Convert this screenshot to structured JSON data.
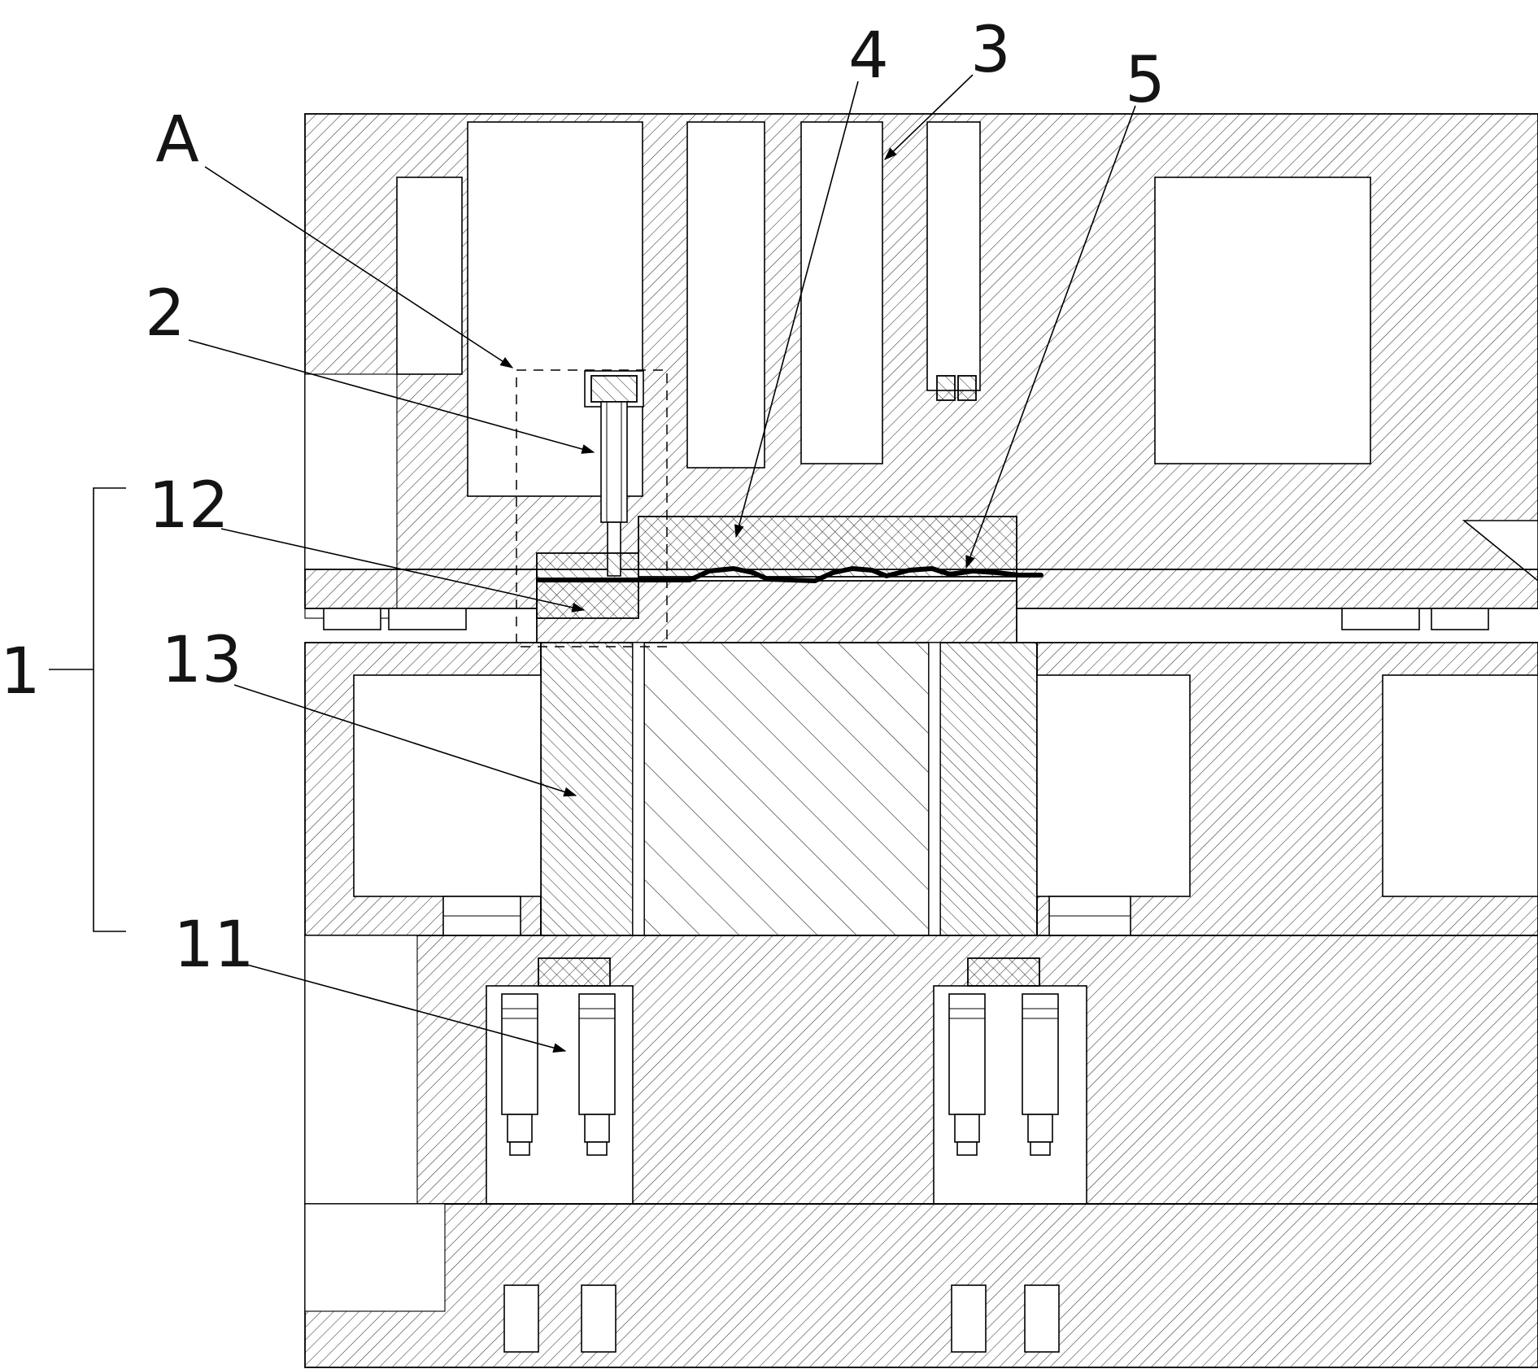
{
  "drawing": {
    "background": "#ffffff",
    "line_color": "#000000",
    "labels": {
      "detail_view": "A",
      "part_1": "1",
      "part_2": "2",
      "part_3": "3",
      "part_4": "4",
      "part_5": "5",
      "part_11": "11",
      "part_12": "12",
      "part_13": "13"
    }
  }
}
